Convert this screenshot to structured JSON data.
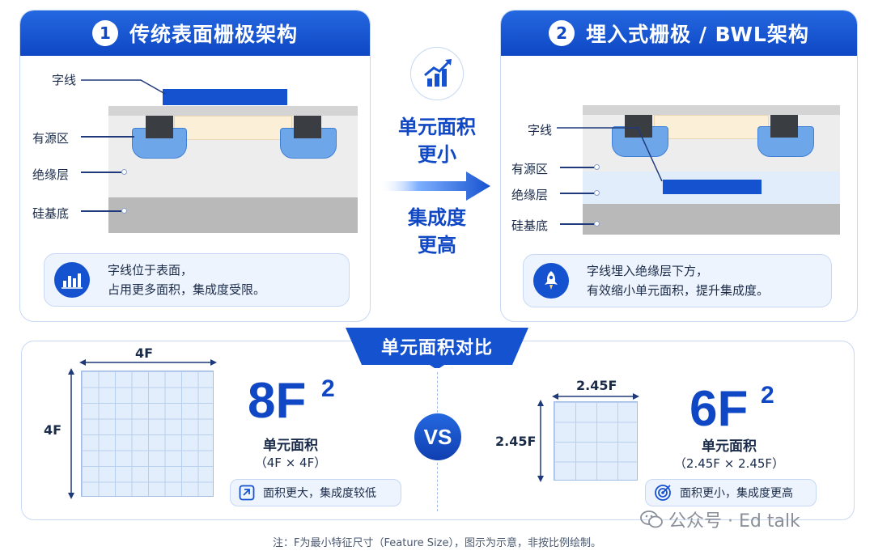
{
  "left_panel": {
    "number": "1",
    "title": "传统表面栅极架构",
    "labels": {
      "word_line": "字线",
      "active_region": "有源区",
      "insulator": "绝缘层",
      "substrate": "硅基底"
    },
    "note_line1": "字线位于表面，",
    "note_line2": "占用更多面积，集成度受限。"
  },
  "right_panel": {
    "number": "2",
    "title": "埋入式栅极 / BWL架构",
    "labels": {
      "word_line": "字线",
      "active_region": "有源区",
      "insulator": "绝缘层",
      "substrate": "硅基底"
    },
    "note_line1": "字线埋入绝缘层下方，",
    "note_line2": "有效缩小单元面积，提升集成度。"
  },
  "middle": {
    "line1": "单元面积",
    "line2": "更小",
    "line3": "集成度",
    "line4": "更高"
  },
  "comparison": {
    "banner": "单元面积对比",
    "vs": "VS",
    "left": {
      "width_label": "4F",
      "height_label": "4F",
      "value": "8F",
      "superscript": "2",
      "caption": "单元面积",
      "expression": "（4F × 4F）",
      "pill": "面积更大，集成度较低"
    },
    "right": {
      "width_label": "2.45F",
      "height_label": "2.45F",
      "value": "6F",
      "superscript": "2",
      "caption": "单元面积",
      "expression": "（2.45F × 2.45F）",
      "pill": "面积更小，集成度更高"
    }
  },
  "footnote": "注：F为最小特征尺寸（Feature Size），图示为示意，非按比例绘制。",
  "watermark": "公众号 · Ed talk",
  "colors": {
    "brand_blue": "#0f47c4",
    "word_line": "#1552cf",
    "active_region": "#6ea6ea",
    "contact": "#3a3d42",
    "channel": "#fbefd8",
    "insulator": "#ededed",
    "substrate": "#b9b9b9",
    "panel_border": "#c8d9f3"
  }
}
